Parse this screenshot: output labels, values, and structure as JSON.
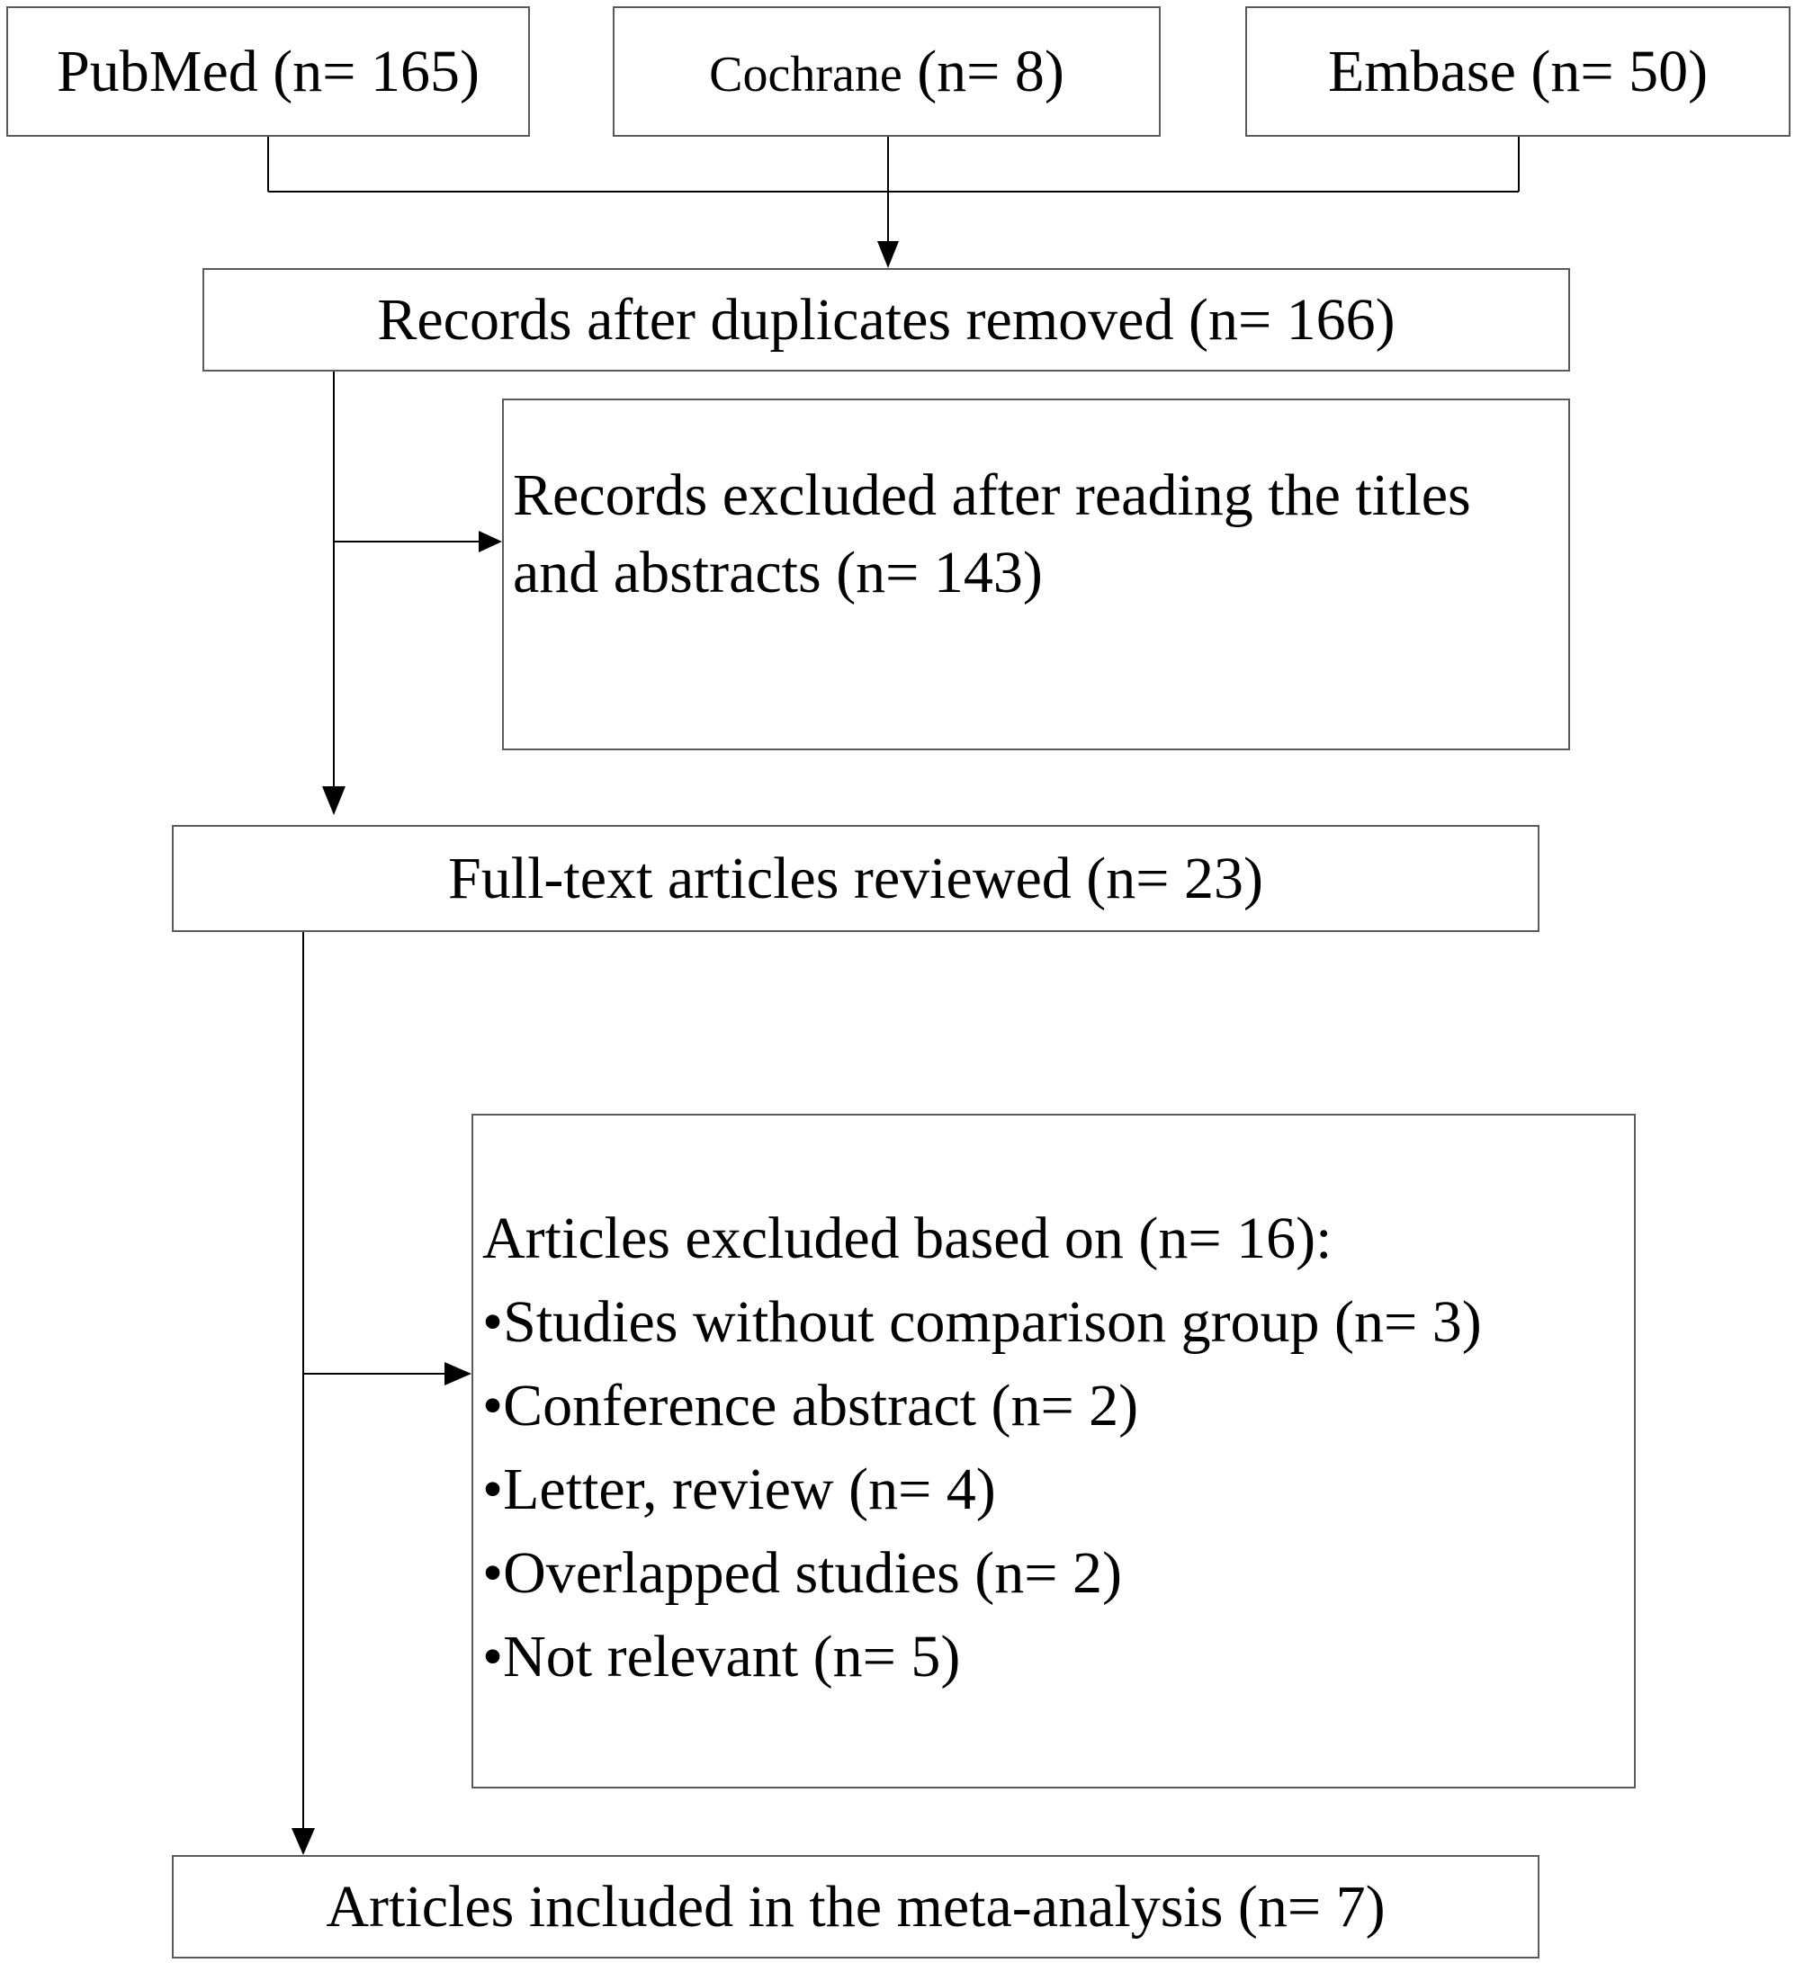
{
  "sources": [
    {
      "name": "PubMed",
      "count": "(n= 165)"
    },
    {
      "name": "Cochrane",
      "count": "(n= 8)"
    },
    {
      "name": "Embase",
      "count": "(n= 50)"
    }
  ],
  "duplicates_removed": "Records after duplicates removed (n= 166)",
  "excluded_titles": {
    "line1": "Records excluded after reading the titles",
    "line2": "and abstracts (n= 143)"
  },
  "full_text": "Full-text articles reviewed (n= 23)",
  "excluded_articles": {
    "heading": "Articles excluded based on (n= 16):",
    "bullet": "•",
    "items": [
      "Studies without comparison group (n= 3)",
      "Conference abstract (n= 2)",
      "Letter, review (n= 4)",
      "Overlapped studies (n= 2)",
      "Not relevant (n= 5)"
    ]
  },
  "included": "Articles included in the meta-analysis (n= 7)",
  "colors": {
    "line": "#000000",
    "border": "#5a5a5a",
    "text": "#000000",
    "background": "#ffffff"
  }
}
